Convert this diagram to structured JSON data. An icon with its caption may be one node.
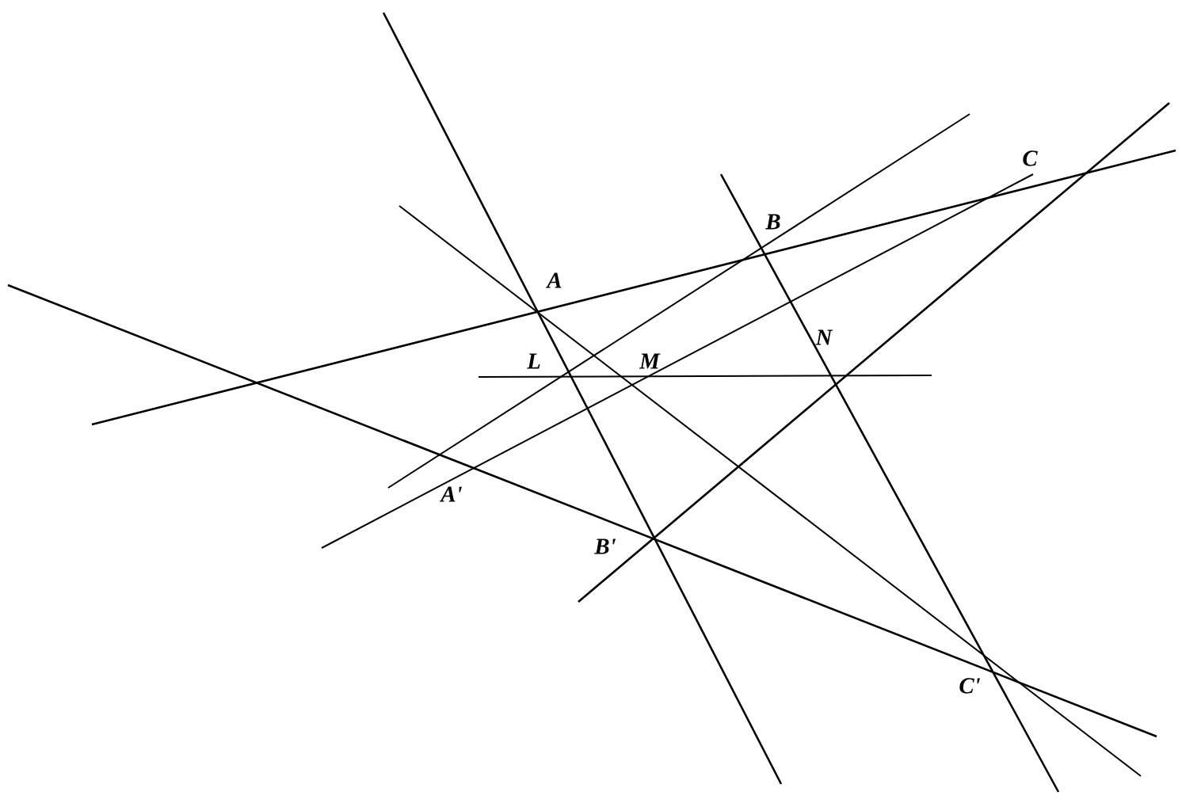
{
  "diagram": {
    "labels": [
      "C",
      "B",
      "A",
      "L",
      "M",
      "N",
      "A'",
      "B'",
      "C'"
    ]
  }
}
